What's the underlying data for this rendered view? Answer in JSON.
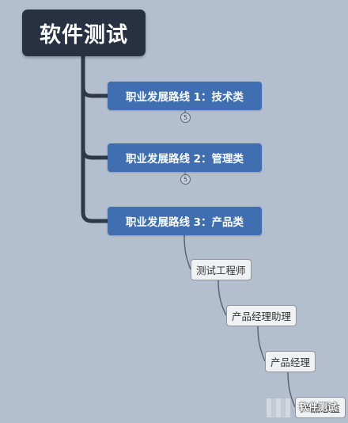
{
  "mindmap": {
    "root": "软件测试",
    "branches": [
      {
        "label": "职业发展路线 1：技术类",
        "collapsed_count": "5"
      },
      {
        "label": "职业发展路线 2：管理类",
        "collapsed_count": "5"
      },
      {
        "label": "职业发展路线 3：产品类"
      }
    ],
    "leaves": [
      "测试工程师",
      "产品经理助理",
      "产品经理",
      "产品总监"
    ]
  },
  "watermark": {
    "text": "软件测试"
  },
  "colors": {
    "background": "#b3bfcf",
    "root_fill": "#273142",
    "branch_fill": "#3f6fb1",
    "leaf_fill": "#f0f1f2",
    "connector": "#2f3846"
  }
}
